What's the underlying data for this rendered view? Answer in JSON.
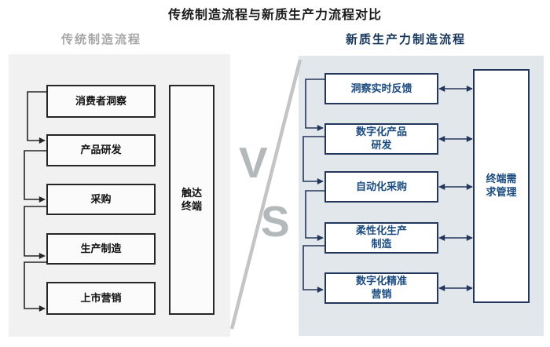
{
  "title": "传统制造流程与新质生产力流程对比",
  "left_section": {
    "header": "传统制造流程",
    "boxes": [
      "消费者洞察",
      "产品研发",
      "采购",
      "生产制造",
      "上市营销"
    ],
    "side_box": "触达\n终端"
  },
  "right_section": {
    "header": "新质生产力制造流程",
    "boxes": [
      "洞察实时反馈",
      "数字化产品\n研发",
      "自动化采购",
      "柔性化生产\n制造",
      "数字化精准\n营销"
    ],
    "side_box": "终端需\n求管理"
  },
  "divider": {
    "versus_top": "V",
    "versus_bottom": "S"
  },
  "colors": {
    "accent_navy_border": "#24365c",
    "navy_text": "#1a4b80",
    "navy_header": "#16365c",
    "left_panel_bg": "#f1f1f1",
    "right_panel_bg": "#e2e7ec",
    "gray_header": "#a6a6a6",
    "divider_line_gray": "#c2c4c6",
    "versus_letter_gray": "#b3b8bb",
    "black_box_border": "#262626"
  }
}
